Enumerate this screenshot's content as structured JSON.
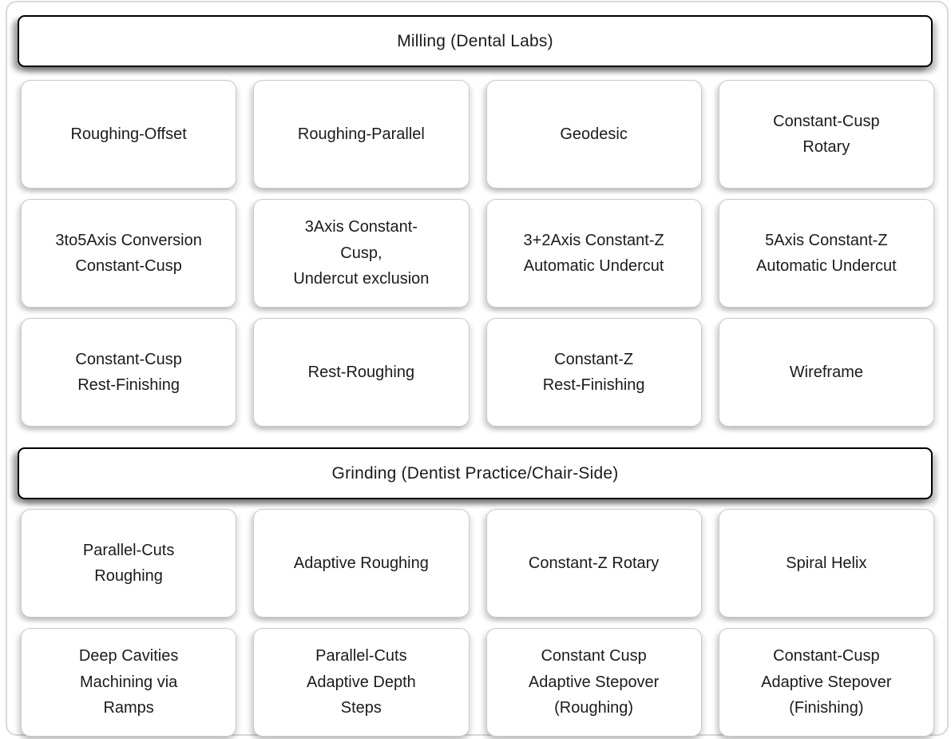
{
  "sections": [
    {
      "title": "Milling (Dental Labs)",
      "cards": [
        "Roughing-Offset",
        "Roughing-Parallel",
        "Geodesic",
        "Constant-Cusp\nRotary",
        "3to5Axis Conversion\nConstant-Cusp",
        "3Axis Constant-\nCusp,\nUndercut exclusion",
        "3+2Axis Constant-Z\nAutomatic Undercut",
        "5Axis Constant-Z\nAutomatic Undercut",
        "Constant-Cusp\nRest-Finishing",
        "Rest-Roughing",
        "Constant-Z\nRest-Finishing",
        "Wireframe"
      ]
    },
    {
      "title": "Grinding (Dentist Practice/Chair-Side)",
      "cards": [
        "Parallel-Cuts\nRoughing",
        "Adaptive Roughing",
        "Constant-Z Rotary",
        "Spiral Helix",
        "Deep Cavities\nMachining via\nRamps",
        "Parallel-Cuts\nAdaptive Depth\nSteps",
        "Constant Cusp\nAdaptive Stepover\n(Roughing)",
        "Constant-Cusp\nAdaptive Stepover\n(Finishing)"
      ]
    }
  ],
  "colors": {
    "background": "#ffffff",
    "header_border": "#000000",
    "card_border": "#c9c9c9",
    "text": "#1b1b1b",
    "frame": "#d9d9d9"
  }
}
